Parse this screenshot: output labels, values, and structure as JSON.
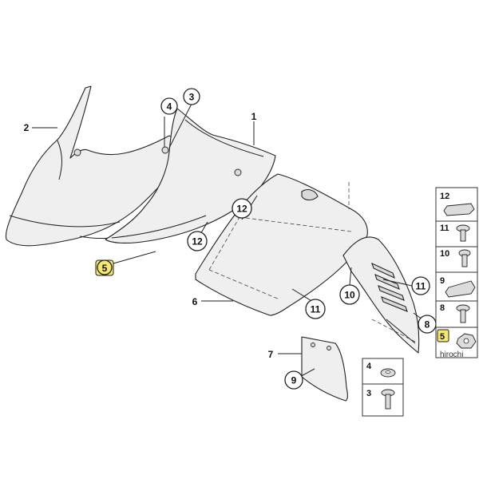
{
  "callouts": {
    "c1": "1",
    "c2": "2",
    "c3": "3",
    "c4": "4",
    "c5_left": "5",
    "c6": "6",
    "c7": "7",
    "c8": "8",
    "c9": "9",
    "c10": "10",
    "c11_right": "11",
    "c11_bottom": "11",
    "c12_top": "12",
    "c12_left": "12"
  },
  "legend_right": [
    "12",
    "11",
    "10",
    "9",
    "8",
    "5"
  ],
  "legend_bottom": [
    "4",
    "3"
  ],
  "watermark": "hirochi",
  "colors": {
    "highlight": "#f5e86a",
    "line": "#222222",
    "fill": "#efefef"
  }
}
